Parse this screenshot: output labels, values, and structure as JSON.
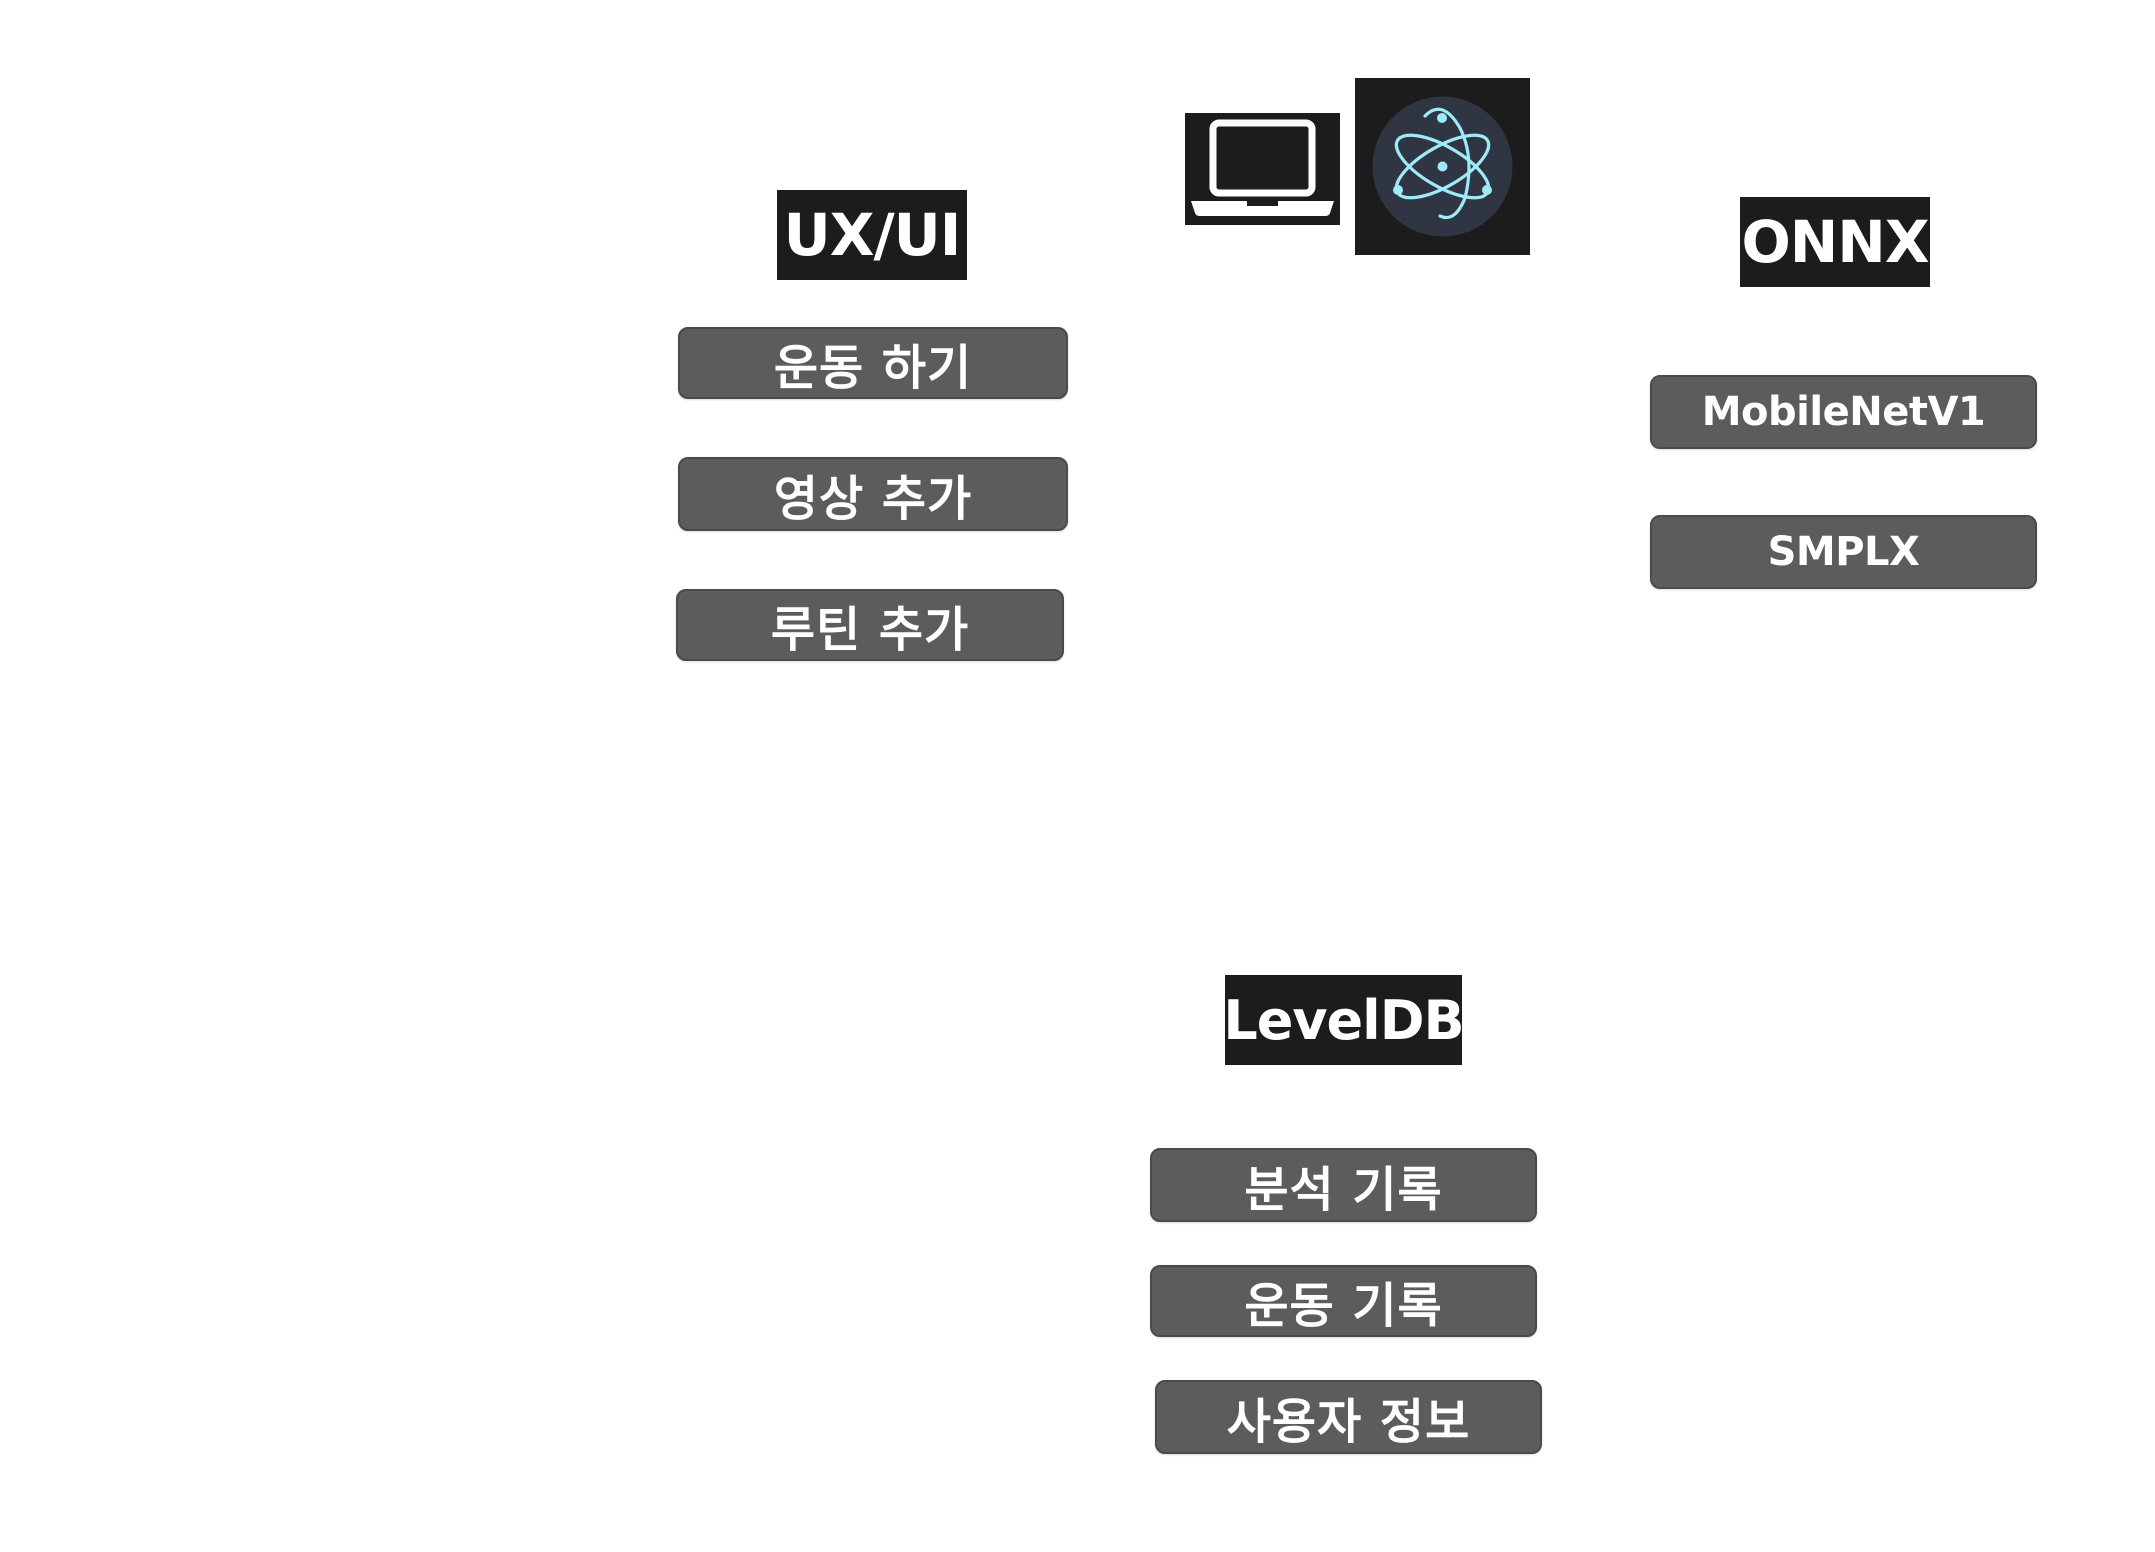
{
  "icons": {
    "laptop": "laptop-icon",
    "electron": "electron-atom-icon"
  },
  "colors": {
    "header_bg": "#1c1c1c",
    "pill_bg": "#5c5c5c",
    "text": "#ffffff",
    "electron_circle": "#2f3542",
    "electron_stroke": "#9feaf9"
  },
  "ux_ui": {
    "title": "UX/UI",
    "items": [
      "운동 하기",
      "영상 추가",
      "루틴 추가"
    ]
  },
  "onnx": {
    "title": "ONNX",
    "items": [
      "MobileNetV1",
      "SMPLX"
    ]
  },
  "leveldb": {
    "title": "LevelDB",
    "items": [
      "분석 기록",
      "운동 기록",
      "사용자 정보"
    ]
  }
}
